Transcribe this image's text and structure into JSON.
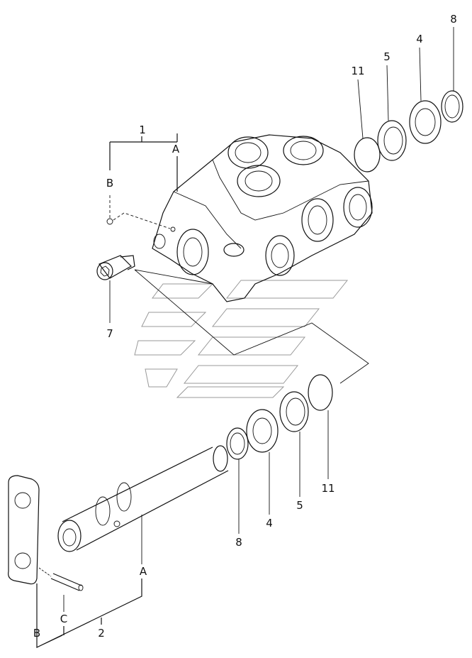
{
  "diagram": {
    "callouts": {
      "part_1": "1",
      "upper_a": "A",
      "upper_b": "B",
      "part_7": "7",
      "upper_11": "11",
      "upper_5": "5",
      "upper_4": "4",
      "upper_8": "8",
      "lower_11": "11",
      "lower_5": "5",
      "lower_4": "4",
      "lower_8": "8",
      "lower_a": "A",
      "lower_b": "B",
      "lower_c": "C",
      "part_2": "2"
    }
  }
}
